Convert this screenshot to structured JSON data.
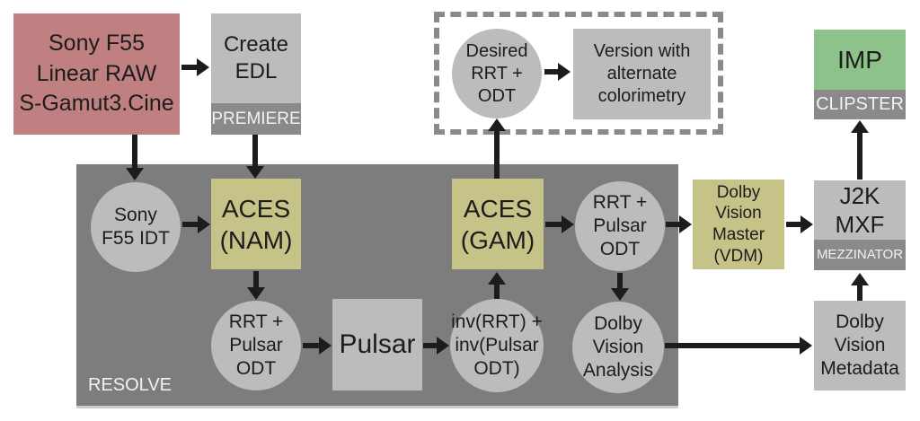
{
  "title": "ACES Dolby Vision mastering workflow diagram",
  "colors": {
    "source_red": "#c08081",
    "process_yellow": "#c6c388",
    "output_green": "#8dc28b",
    "node_gray": "#bcbcbc",
    "tag_gray": "#8a8a8a",
    "container_gray": "#7d7d7d",
    "arrow_black": "#1c1c1c",
    "tag_text": "#f2f2f2"
  },
  "containers": {
    "resolve_label": "RESOLVE"
  },
  "nodes": {
    "sony_f55_source": "Sony F55\nLinear RAW\nS-Gamut3.Cine",
    "create_edl": "Create\nEDL",
    "premiere_tag": "PREMIERE",
    "desired_rrt_odt": "Desired\nRRT + ODT",
    "version_alternate": "Version with\nalternate\ncolorimetry",
    "imp": "IMP",
    "clipster_tag": "CLIPSTER",
    "sony_f55_idt": "Sony\nF55 IDT",
    "aces_nam": "ACES\n(NAM)",
    "rrt_pulsar_odt_1": "RRT +\nPulsar ODT",
    "pulsar": "Pulsar",
    "inv_rrt_inv_pulsar_odt": "inv(RRT) +\ninv(Pulsar\nODT)",
    "aces_gam": "ACES\n(GAM)",
    "rrt_pulsar_odt_2": "RRT +\nPulsar ODT",
    "dolby_vision_analysis": "Dolby\nVision\nAnalysis",
    "dolby_vision_master": "Dolby\nVision\nMaster\n(VDM)",
    "j2k_mxf": "J2K\nMXF",
    "mezzinator_tag": "MEZZINATOR",
    "dolby_vision_metadata": "Dolby\nVision\nMetadata"
  },
  "edges": [
    {
      "from": "sony_f55_source",
      "to": "create_edl"
    },
    {
      "from": "sony_f55_source",
      "to": "sony_f55_idt"
    },
    {
      "from": "create_edl",
      "to": "aces_nam"
    },
    {
      "from": "sony_f55_idt",
      "to": "aces_nam"
    },
    {
      "from": "aces_nam",
      "to": "rrt_pulsar_odt_1"
    },
    {
      "from": "rrt_pulsar_odt_1",
      "to": "pulsar"
    },
    {
      "from": "pulsar",
      "to": "inv_rrt_inv_pulsar_odt"
    },
    {
      "from": "inv_rrt_inv_pulsar_odt",
      "to": "aces_gam"
    },
    {
      "from": "aces_gam",
      "to": "desired_rrt_odt"
    },
    {
      "from": "aces_gam",
      "to": "rrt_pulsar_odt_2"
    },
    {
      "from": "desired_rrt_odt",
      "to": "version_alternate"
    },
    {
      "from": "rrt_pulsar_odt_2",
      "to": "dolby_vision_analysis"
    },
    {
      "from": "rrt_pulsar_odt_2",
      "to": "dolby_vision_master"
    },
    {
      "from": "dolby_vision_analysis",
      "to": "dolby_vision_metadata"
    },
    {
      "from": "dolby_vision_master",
      "to": "j2k_mxf"
    },
    {
      "from": "dolby_vision_metadata",
      "to": "j2k_mxf"
    },
    {
      "from": "j2k_mxf",
      "to": "imp"
    }
  ]
}
